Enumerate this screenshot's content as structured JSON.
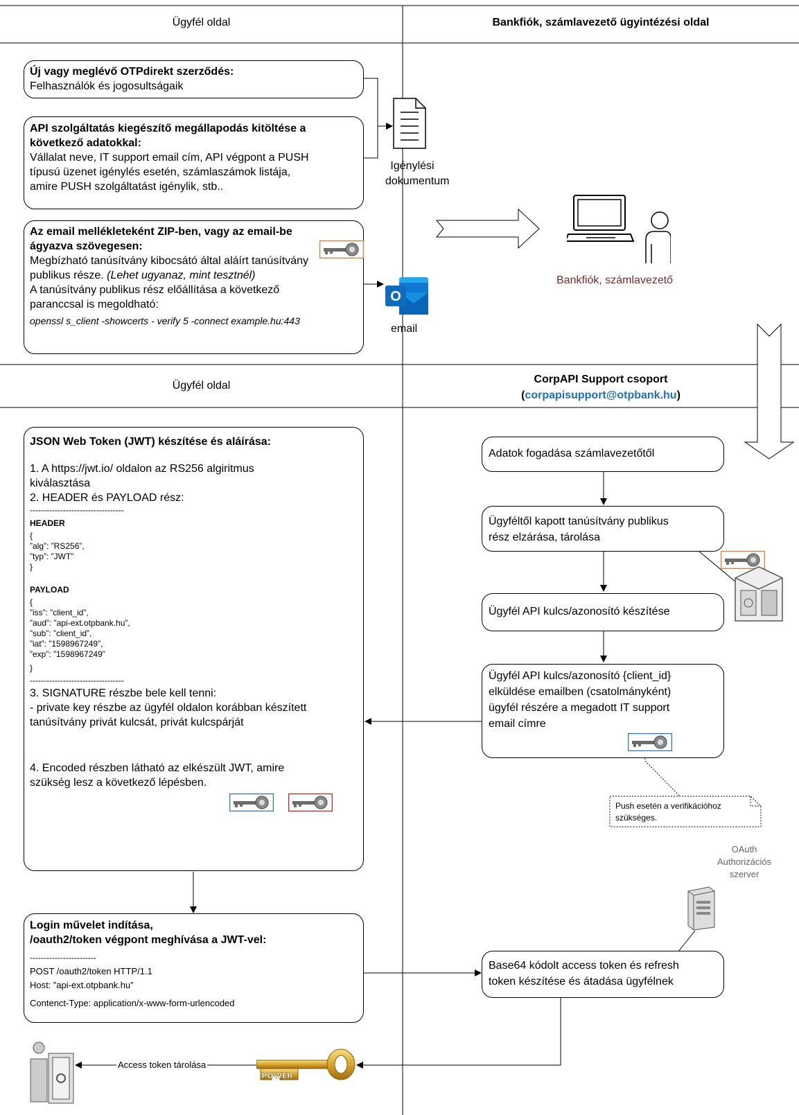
{
  "headers": {
    "top_left": "Ügyfél oldal",
    "top_right": "Bankfiók, számlavezető ügyintézési oldal",
    "mid_left": "Ügyfél oldal",
    "mid_right_line1": "CorpAPI Support csoport",
    "mid_right_email": "corpapisupport@otpbank.hu",
    "paren_open": "(",
    "paren_close": ")"
  },
  "box1": {
    "title": "Új vagy meglévő OTPdirekt szerződés:",
    "text": "Felhasználók és jogosultságaik"
  },
  "box2": {
    "title_l1": "API szolgáltatás kiegészítő megállapodás kitöltése a",
    "title_l2": "következő adatokkal:",
    "l1": "Vállalat neve, IT support email cím, API végpont a PUSH",
    "l2": "típusú üzenet igénylés esetén, számlaszámok listája,",
    "l3": "amire PUSH szolgáltatást igénylik, stb.."
  },
  "box3": {
    "title_l1": "Az email mellékleteként ZIP-ben, vagy az email-be",
    "title_l2": "ágyazva szövegesen:",
    "l1": "Megbízható tanúsítvány kibocsátó által aláírt tanúsítvány",
    "l2a": "publikus része. ",
    "l2b": "(Lehet ugyanaz, mint tesztnél)",
    "l3": "A tanúsítvány publikus rész előállítása a következő",
    "l4": "paranccsal is megoldható:",
    "cmd": "openssl s_client -showcerts - verify 5 -connect example.hu:443"
  },
  "doc_label_l1": "Igénylési",
  "doc_label_l2": "dokumentum",
  "email_label": "email",
  "bank_label": "Bankfiók, számlavezető",
  "jwt": {
    "title": "JSON Web Token (JWT) készítése és aláírása:",
    "s1a": "1. A https://jwt.io/ oldalon az RS256 algiritmus",
    "s1b": "kiválasztása",
    "s2": "2. HEADER és PAYLOAD rész:",
    "dash": "----------------------------------",
    "header_title": "HEADER",
    "header_lines": [
      "{",
      "”alg”: ”RS256”,",
      "”typ”: ”JWT”",
      "}"
    ],
    "payload_title": "PAYLOAD",
    "payload_lines": [
      "{",
      "”iss”: ”client_id”,",
      "”aud”: ”api-ext.otpbank.hu”,",
      "”sub”: ”client_id”,",
      "”iat”: ”1598967249”,",
      "”exp”: ”1598967249”",
      "}"
    ],
    "s3": "3. SIGNATURE részbe bele kell tenni:",
    "s3a": "- private key részbe az ügyfél oldalon korábban készített",
    "s3b": "tanúsítvány privát kulcsát, privát kulcspárját",
    "s4a": "4. Encoded részben látható az elkészült JWT, amire",
    "s4b": "szükség lesz a következő lépésben."
  },
  "login": {
    "title_l1": "Login művelet indítása,",
    "title_l2": "/oauth2/token végpont meghívása a JWT-vel:",
    "dash": "------------------------",
    "l1": "POST /oauth2/token HTTP/1.1",
    "l2": "Host: ”api-ext.otpbank.hu”",
    "l3": "Contenct-Type: application/x-www-form-urlencoded"
  },
  "right": {
    "r1": "Adatok fogadása számlavezetőtől",
    "r2a": "Ügyféltől kapott tanúsítvány publikus",
    "r2b": "rész elzárása, tárolása",
    "r3": "Ügyfél API kulcs/azonosító készítése",
    "r4a": "Ügyfél API kulcs/azonosító {client_id}",
    "r4b": "elküldése emailben (csatolmányként)",
    "r4c": "ügyfél részére a megadott IT support",
    "r4d": "email címre",
    "note_a": "Push esetén a verifikációhoz",
    "note_b": "szükséges.",
    "oauth_a": "OAuth",
    "oauth_b": "Authorizációs",
    "oauth_c": "szerver",
    "r5a": "Base64 kódolt access token és refresh",
    "r5b": "token készítése és átadása ügyfélnek"
  },
  "bottom": {
    "store_label": "Access token tárolása",
    "power_label": "POWER"
  },
  "colors": {
    "orange": "#e07b2a",
    "blue": "#2e75b6",
    "red": "#d02020",
    "outlook": "#0f6cbd",
    "bank_label": "#7a2a2a"
  }
}
